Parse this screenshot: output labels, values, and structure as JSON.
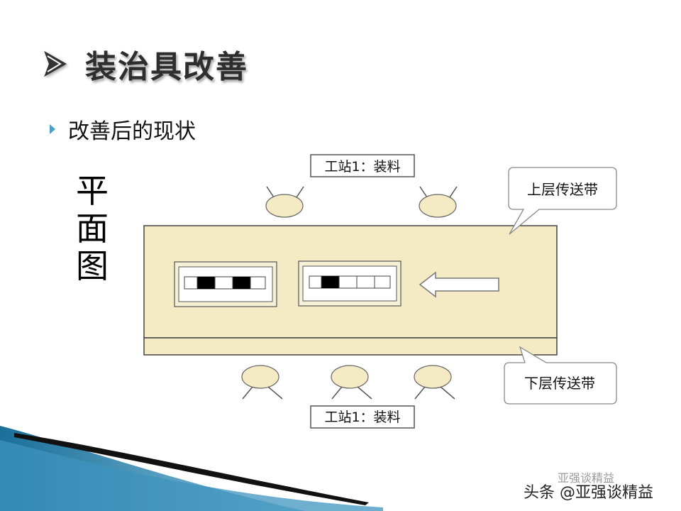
{
  "title": "装治具改善",
  "bullet": "改善后的现状",
  "side_label": [
    "平",
    "面",
    "图"
  ],
  "diagram": {
    "station_top": "工站1：装料",
    "station_bottom": "工站1：装料",
    "upper_belt": "上层传送带",
    "lower_belt": "下层传送带"
  },
  "watermark": {
    "brand": "亚强谈精益",
    "text": "头条 @亚强谈精益"
  },
  "colors": {
    "belt_fill": "#f4ebc4",
    "accent": "#4aa0c8"
  }
}
